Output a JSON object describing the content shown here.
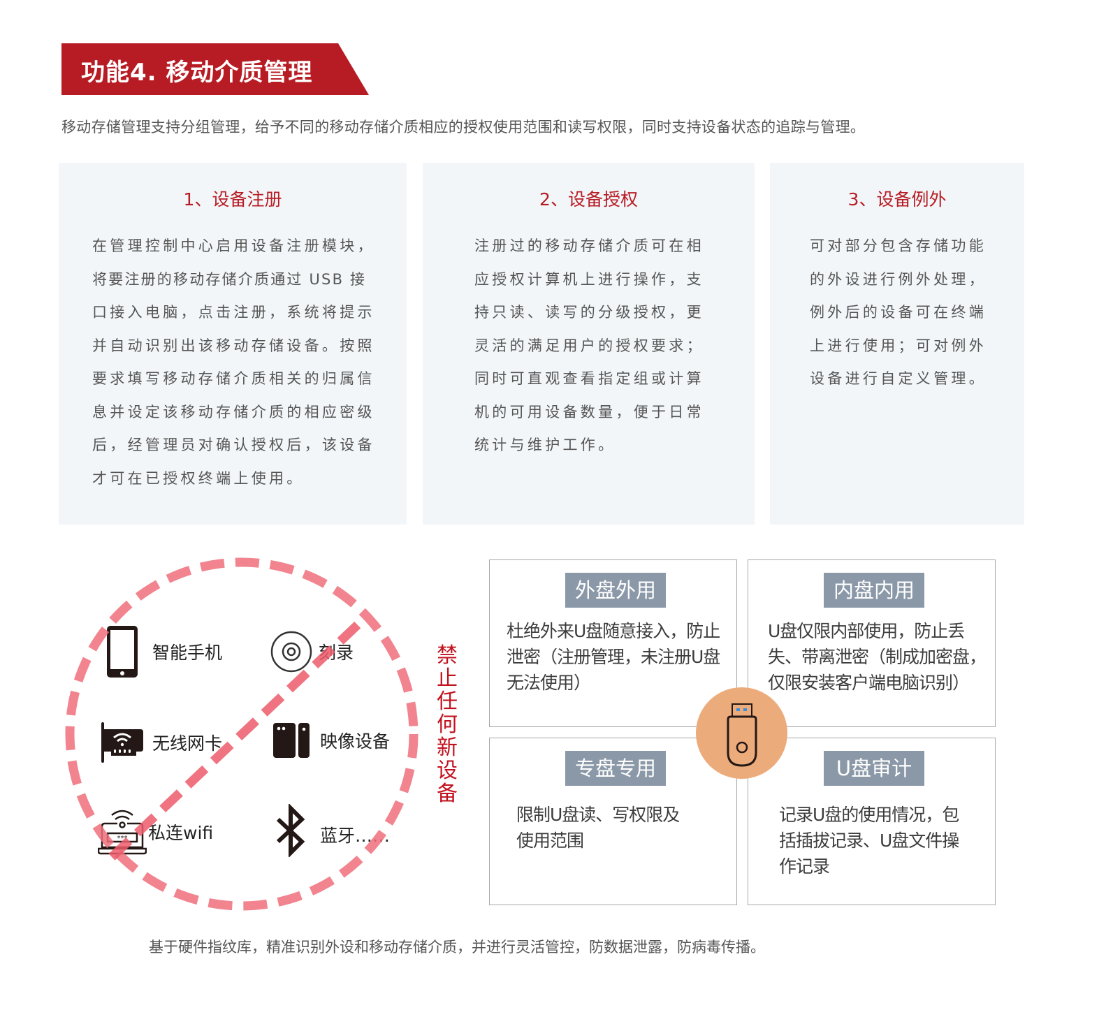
{
  "header": {
    "title": "功能4. 移动介质管理",
    "intro": "移动存储管理支持分组管理，给予不同的移动存储介质相应的授权使用范围和读写权限，同时支持设备状态的追踪与管理。",
    "accent_color": "#b71c24"
  },
  "cards": [
    {
      "title": "1、设备注册",
      "lines": [
        "在管理控制中心启用设备注册模块，",
        "将要注册的移动存储介质通过 USB 接",
        "口接入电脑，点击注册，系统将提示",
        "并自动识别出该移动存储设备。按照",
        "要求填写移动存储介质相关的归属信",
        "息并设定该移动存储介质的相应密级",
        "后，经管理员对确认授权后，该设备",
        "才可在已授权终端上使用。"
      ]
    },
    {
      "title": "2、设备授权",
      "lines": [
        "注册过的移动存储介质可在相",
        "应授权计算机上进行操作，支",
        "持只读、读写的分级授权，更",
        "灵活的满足用户的授权要求；",
        "同时可直观查看指定组或计算",
        "机的可用设备数量，便于日常",
        "统计与维护工作。"
      ]
    },
    {
      "title": "3、设备例外",
      "lines": [
        "可对部分包含存储功能",
        "的外设进行例外处理，",
        "例外后的设备可在终端",
        "上进行使用；可对例外",
        "设备进行自定义管理。"
      ]
    }
  ],
  "banned_devices": {
    "items": [
      {
        "label": "智能手机",
        "icon": "smartphone-icon"
      },
      {
        "label": "刻录",
        "icon": "disc-burn-icon"
      },
      {
        "label": "无线网卡",
        "icon": "wireless-card-icon"
      },
      {
        "label": "映像设备",
        "icon": "imaging-device-icon"
      },
      {
        "label": "私连wifi",
        "icon": "private-wifi-icon"
      },
      {
        "label": "蓝牙……",
        "icon": "bluetooth-icon"
      }
    ],
    "vertical_label": "禁止任何新设备",
    "ban_color": "#ee6f7a"
  },
  "usb_policies": [
    {
      "tag": "外盘外用",
      "lines": [
        "杜绝外来U盘随意接入，防止",
        "泄密（注册管理，未注册U盘",
        "无法使用）"
      ]
    },
    {
      "tag": "内盘内用",
      "lines": [
        "U盘仅限内部使用，防止丢",
        "失、带离泄密（制成加密盘，",
        "仅限安装客户端电脑识别）"
      ]
    },
    {
      "tag": "专盘专用",
      "lines": [
        "限制U盘读、写权限及",
        "使用范围"
      ]
    },
    {
      "tag": "U盘审计",
      "lines": [
        "记录U盘的使用情况，包",
        "括插拔记录、U盘文件操",
        "作记录"
      ]
    }
  ],
  "usb_center": {
    "icon": "usb-drive-icon",
    "color": "#ecab7b"
  },
  "footer": {
    "text": "基于硬件指纹库，精准识别外设和移动存储介质，并进行灵活管控，防数据泄露，防病毒传播。"
  }
}
